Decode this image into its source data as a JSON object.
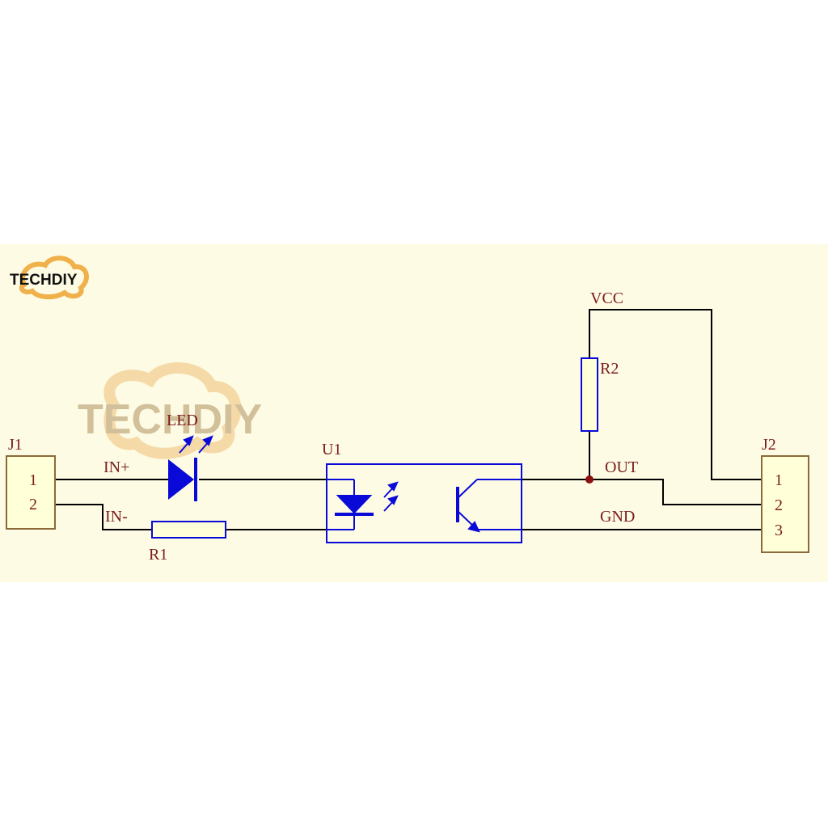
{
  "brand": {
    "logo_text": "TECHDIY",
    "watermark_text": "TECHDIY"
  },
  "colors": {
    "background": "#fdfbe4",
    "wire": "#000000",
    "component": "#0a0ad8",
    "text": "#7a1c1c",
    "body": "#ffffd8",
    "junction": "#8b1010",
    "logo_orange": "#f0b04a",
    "watermark": "#c9a86a"
  },
  "schematic": {
    "j1": {
      "ref": "J1",
      "pins": [
        "1",
        "2"
      ]
    },
    "j2": {
      "ref": "J2",
      "pins": [
        "1",
        "2",
        "3"
      ]
    },
    "led": {
      "ref": "LED"
    },
    "r1": {
      "ref": "R1"
    },
    "r2": {
      "ref": "R2"
    },
    "u1": {
      "ref": "U1"
    },
    "nets": {
      "in_plus": "IN+",
      "in_minus": "IN-",
      "vcc": "VCC",
      "out": "OUT",
      "gnd": "GND"
    }
  }
}
